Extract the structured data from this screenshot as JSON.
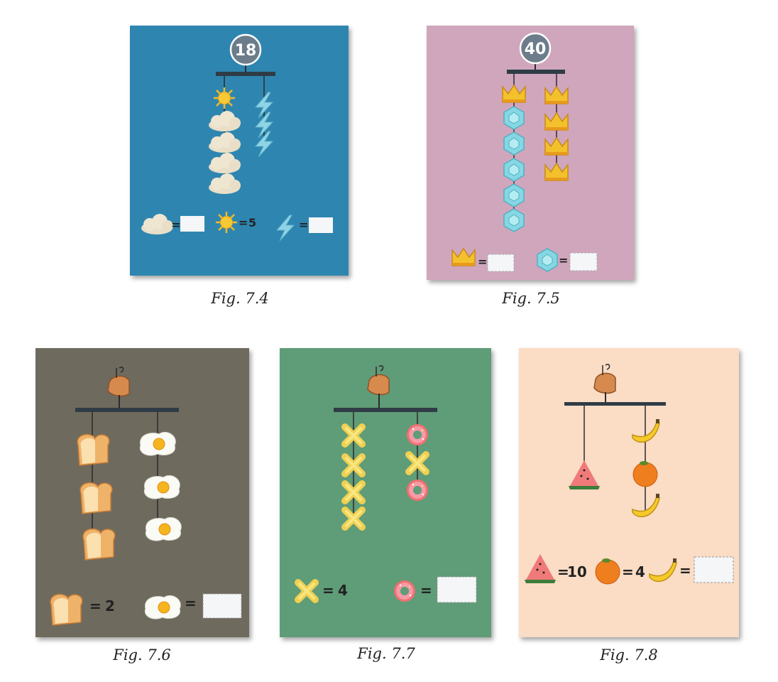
{
  "figures": [
    {
      "caption": "Fig. 7.4",
      "background": "#2e86b0",
      "total": "18",
      "equations": [
        {
          "icon": "cloud-icon",
          "value": ""
        },
        {
          "icon": "sun-icon",
          "value": "5"
        },
        {
          "icon": "lightning-icon",
          "value": ""
        }
      ]
    },
    {
      "caption": "Fig. 7.5",
      "background": "#d0a6bd",
      "total": "40",
      "equations": [
        {
          "icon": "crown-icon",
          "value": ""
        },
        {
          "icon": "gem-icon",
          "value": ""
        }
      ]
    },
    {
      "caption": "Fig. 7.6",
      "background": "#6e6a5e",
      "equations": [
        {
          "icon": "bread-icon",
          "value": "2"
        },
        {
          "icon": "egg-icon",
          "value": ""
        }
      ]
    },
    {
      "caption": "Fig. 7.7",
      "background": "#5f9c78",
      "equations": [
        {
          "icon": "cross-icon",
          "value": "4"
        },
        {
          "icon": "donut-icon",
          "value": ""
        }
      ]
    },
    {
      "caption": "Fig. 7.8",
      "background": "#fbdcc4",
      "equations": [
        {
          "icon": "watermelon-icon",
          "value": "10"
        },
        {
          "icon": "orange-icon",
          "value": "4"
        },
        {
          "icon": "banana-icon",
          "value": ""
        }
      ]
    }
  ],
  "colors": {
    "answer_box": "#f4f6f8",
    "string": "#2b2b2b",
    "bar": "#2f3c46",
    "badge": "#6c7c8a"
  }
}
